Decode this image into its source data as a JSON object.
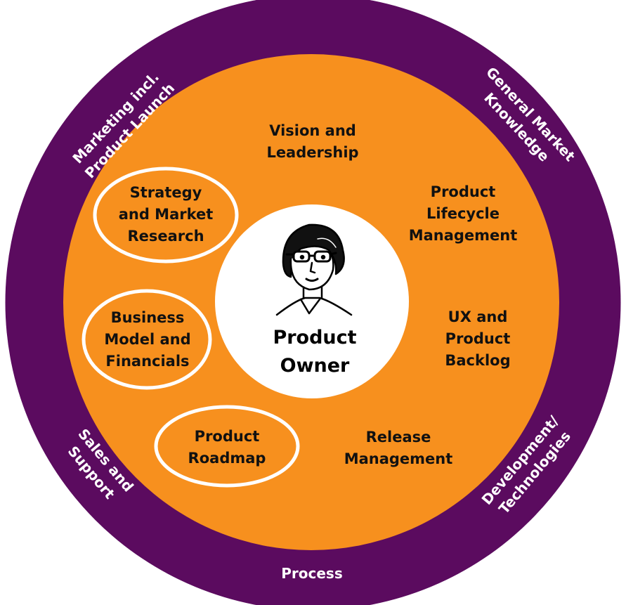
{
  "colors": {
    "outer_ring": "#5b0b5f",
    "inner_disc": "#f7901e",
    "center_disc": "#ffffff",
    "highlight_outline": "#ffffff",
    "outer_text": "#ffffff",
    "inner_text": "#111111"
  },
  "center": {
    "icon": "product-owner-portrait-icon",
    "label": "Product\nOwner"
  },
  "inner_topics": {
    "vision": "Vision and\nLeadership",
    "lifecycle": "Product\nLifecycle\nManagement",
    "ux": "UX and\nProduct\nBacklog",
    "release": "Release\nManagement",
    "strategy": "Strategy\nand Market\nResearch",
    "business": "Business\nModel and\nFinancials",
    "roadmap": "Product\nRoadmap"
  },
  "outer_areas": {
    "marketing": "Marketing incl.\nProduct Launch",
    "general": "General Market\nKnowledge",
    "sales": "Sales and\nSupport",
    "development": "Development/\nTechnologies",
    "process": "Process"
  }
}
